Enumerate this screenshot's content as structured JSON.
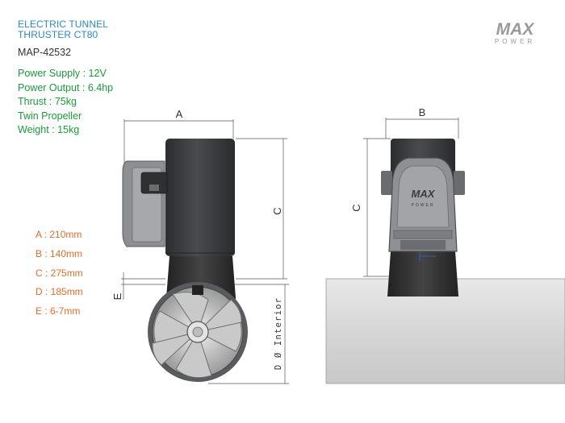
{
  "product": {
    "title_line1": "ELECTRIC TUNNEL",
    "title_line2": "THRUSTER CT80",
    "model": "MAP-42532"
  },
  "specs": [
    "Power Supply : 12V",
    "Power Output : 6.4hp",
    "Thrust : 75kg",
    "Twin Propeller",
    "Weight : 15kg"
  ],
  "dimensions": [
    "A : 210mm",
    "B : 140mm",
    "C : 275mm",
    "D : 185mm",
    "E : 6-7mm"
  ],
  "drawing_labels": {
    "a": "A",
    "b": "B",
    "c_side": "C",
    "c_front": "C",
    "e": "E",
    "d_interior": "D Ø Interior"
  },
  "logo": {
    "word": "MAX",
    "sub": "POWER"
  },
  "colors": {
    "title": "#2f86c8",
    "specs": "#1b9a3b",
    "dimensions": "#e36d2a",
    "body_dark": "#3a3b3d",
    "tube": "#d9d9d9"
  }
}
